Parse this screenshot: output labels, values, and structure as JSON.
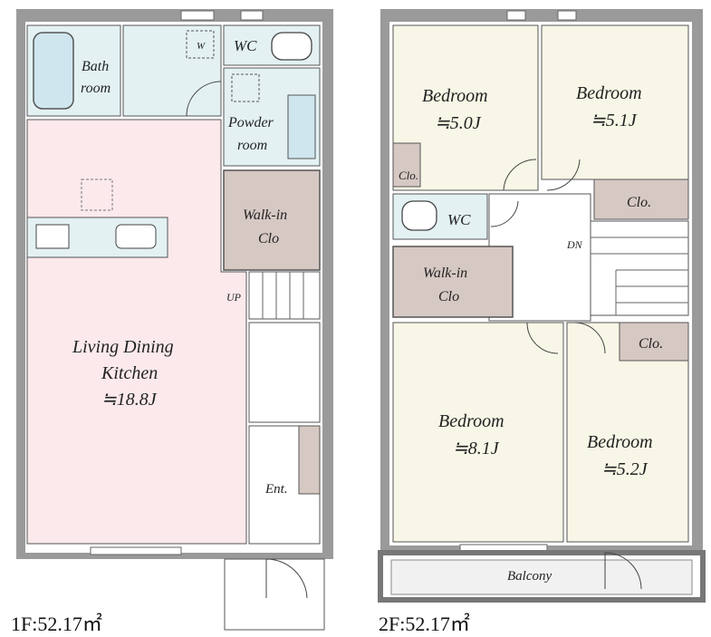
{
  "floor1": {
    "area_label": "1F:52.17㎡",
    "rooms": {
      "bath": [
        "Bath",
        "room"
      ],
      "washroom_mark": "W",
      "wc": "WC",
      "powder": [
        "Powder",
        "room"
      ],
      "walkin": [
        "Walk-in",
        "Clo"
      ],
      "ldk": [
        "Living Dining",
        "Kitchen",
        "≒18.8J"
      ],
      "entrance": "Ent.",
      "stair": "UP"
    }
  },
  "floor2": {
    "area_label": "2F:52.17㎡",
    "rooms": {
      "bedroom_nw": [
        "Bedroom",
        "≒5.0J"
      ],
      "bedroom_ne": [
        "Bedroom",
        "≒5.1J"
      ],
      "clo_left": "Clo.",
      "clo_right_top": "Clo.",
      "wc": "WC",
      "stair": "DN",
      "walkin": [
        "Walk-in",
        "Clo"
      ],
      "clo_right_mid": "Clo.",
      "bedroom_sw": [
        "Bedroom",
        "≒8.1J"
      ],
      "bedroom_se": [
        "Bedroom",
        "≒5.2J"
      ],
      "balcony": "Balcony"
    }
  },
  "colors": {
    "wall": "#9a9a9a",
    "ldk": "#fbe9ec",
    "wet": "#e3f1f3",
    "closet": "#d6c8c3",
    "bedroom": "#f8f6e6",
    "hall": "#ffffff"
  }
}
